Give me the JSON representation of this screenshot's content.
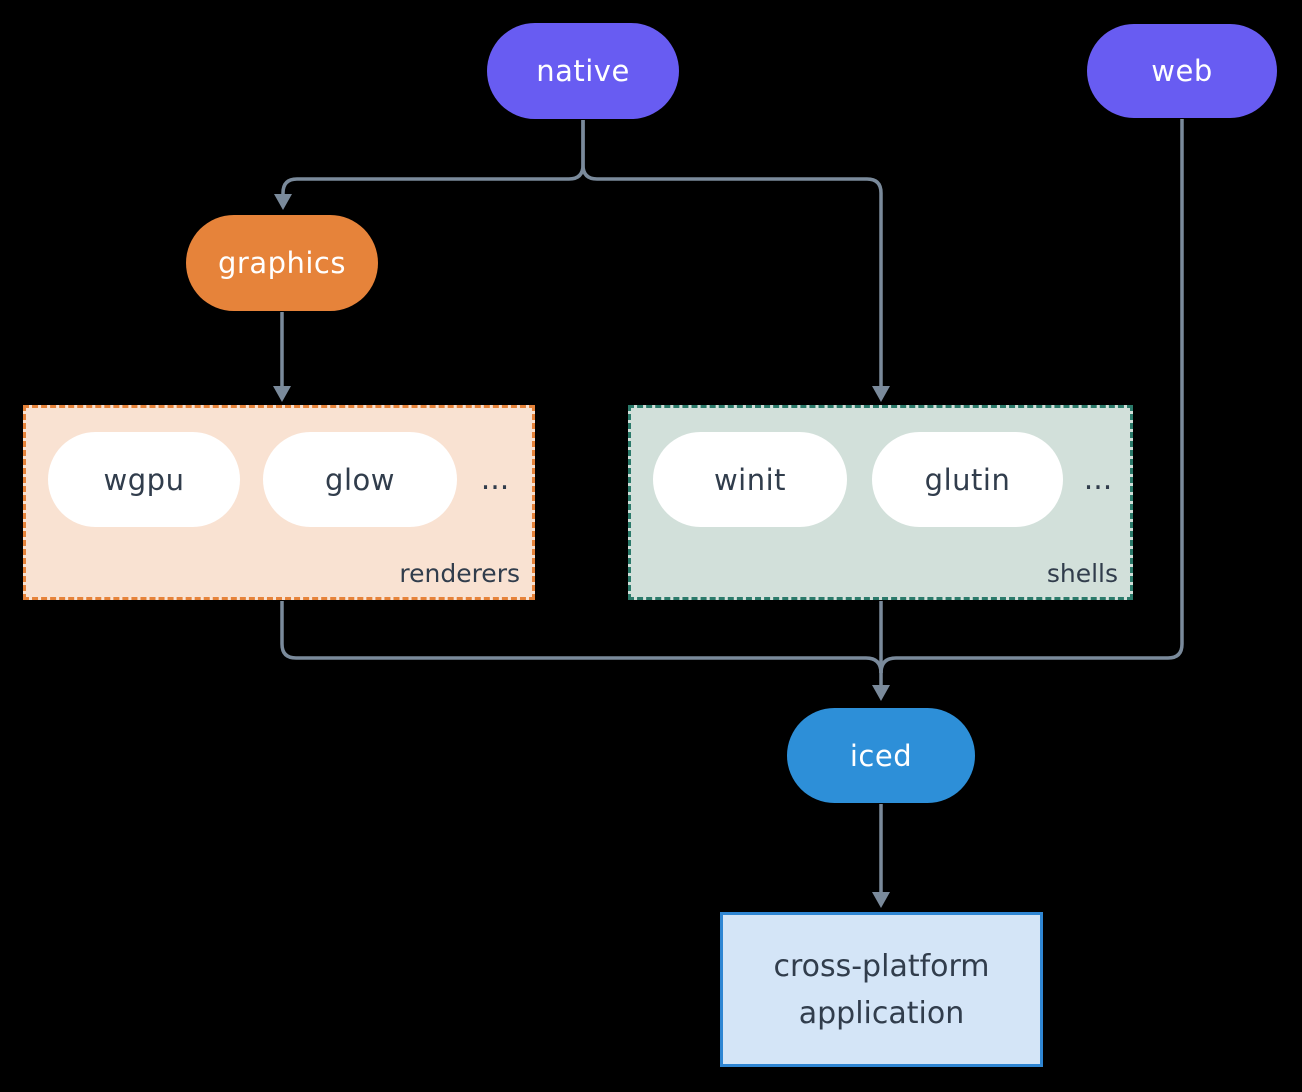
{
  "colors": {
    "bg": "#000000",
    "edge": "#7a8a9b",
    "purple": "#685cf2",
    "orange": "#e6833a",
    "blue": "#2d8fd8",
    "pillText": "#ffffff",
    "darkText": "#313d4c",
    "renderersBg": "#f9e2d2",
    "renderersBorder": "#e6833a",
    "shellsBg": "#d2e0da",
    "shellsBorder": "#2b7a6a",
    "appBg": "#d4e5f7",
    "appBorder": "#2f86d3"
  },
  "nodes": {
    "native": {
      "label": "native"
    },
    "web": {
      "label": "web"
    },
    "graphics": {
      "label": "graphics"
    },
    "iced": {
      "label": "iced"
    },
    "app": {
      "line1": "cross-platform",
      "line2": "application"
    }
  },
  "groups": {
    "renderers": {
      "label": "renderers",
      "ellipsis": "...",
      "items": [
        {
          "label": "wgpu"
        },
        {
          "label": "glow"
        }
      ]
    },
    "shells": {
      "label": "shells",
      "ellipsis": "...",
      "items": [
        {
          "label": "winit"
        },
        {
          "label": "glutin"
        }
      ]
    }
  }
}
